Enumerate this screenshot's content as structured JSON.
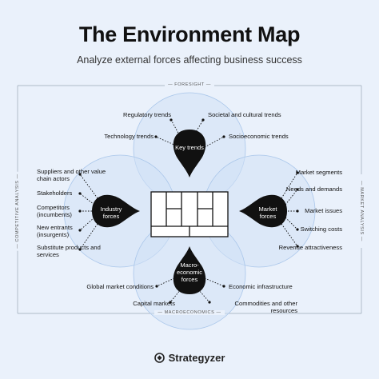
{
  "header": {
    "title": "The Environment Map",
    "subtitle": "Analyze external forces affecting business success"
  },
  "frame": {
    "top": "FORESIGHT",
    "bottom": "MACROECONOMICS",
    "left": "COMPETITIVE ANALYSIS",
    "right": "MARKET ANALYSIS"
  },
  "centers": {
    "key": "Key trends",
    "industry": "Industry forces",
    "market": "Market forces",
    "macro": "Macro-economic forces"
  },
  "key_trends": [
    "Regulatory trends",
    "Societal and cultural trends",
    "Technology trends",
    "Socioeconomic trends"
  ],
  "industry_forces": [
    "Suppliers and other value chain actors",
    "Stakeholders",
    "Competitors (incumbents)",
    "New entrants (insurgents)",
    "Substitute products and services"
  ],
  "market_forces": [
    "Market segments",
    "Needs and demands",
    "Market issues",
    "Switching costs",
    "Revenue attractiveness"
  ],
  "macro_forces": [
    "Global market conditions",
    "Economic infrastructure",
    "Capital markets",
    "Commodities and other resources"
  ],
  "brand": {
    "name": "Strategyzer"
  },
  "colors": {
    "background": "#eaf1fb",
    "circle_fill": "#cfe0f5",
    "circle_stroke": "#a9c6ea",
    "drop": "#111111"
  }
}
